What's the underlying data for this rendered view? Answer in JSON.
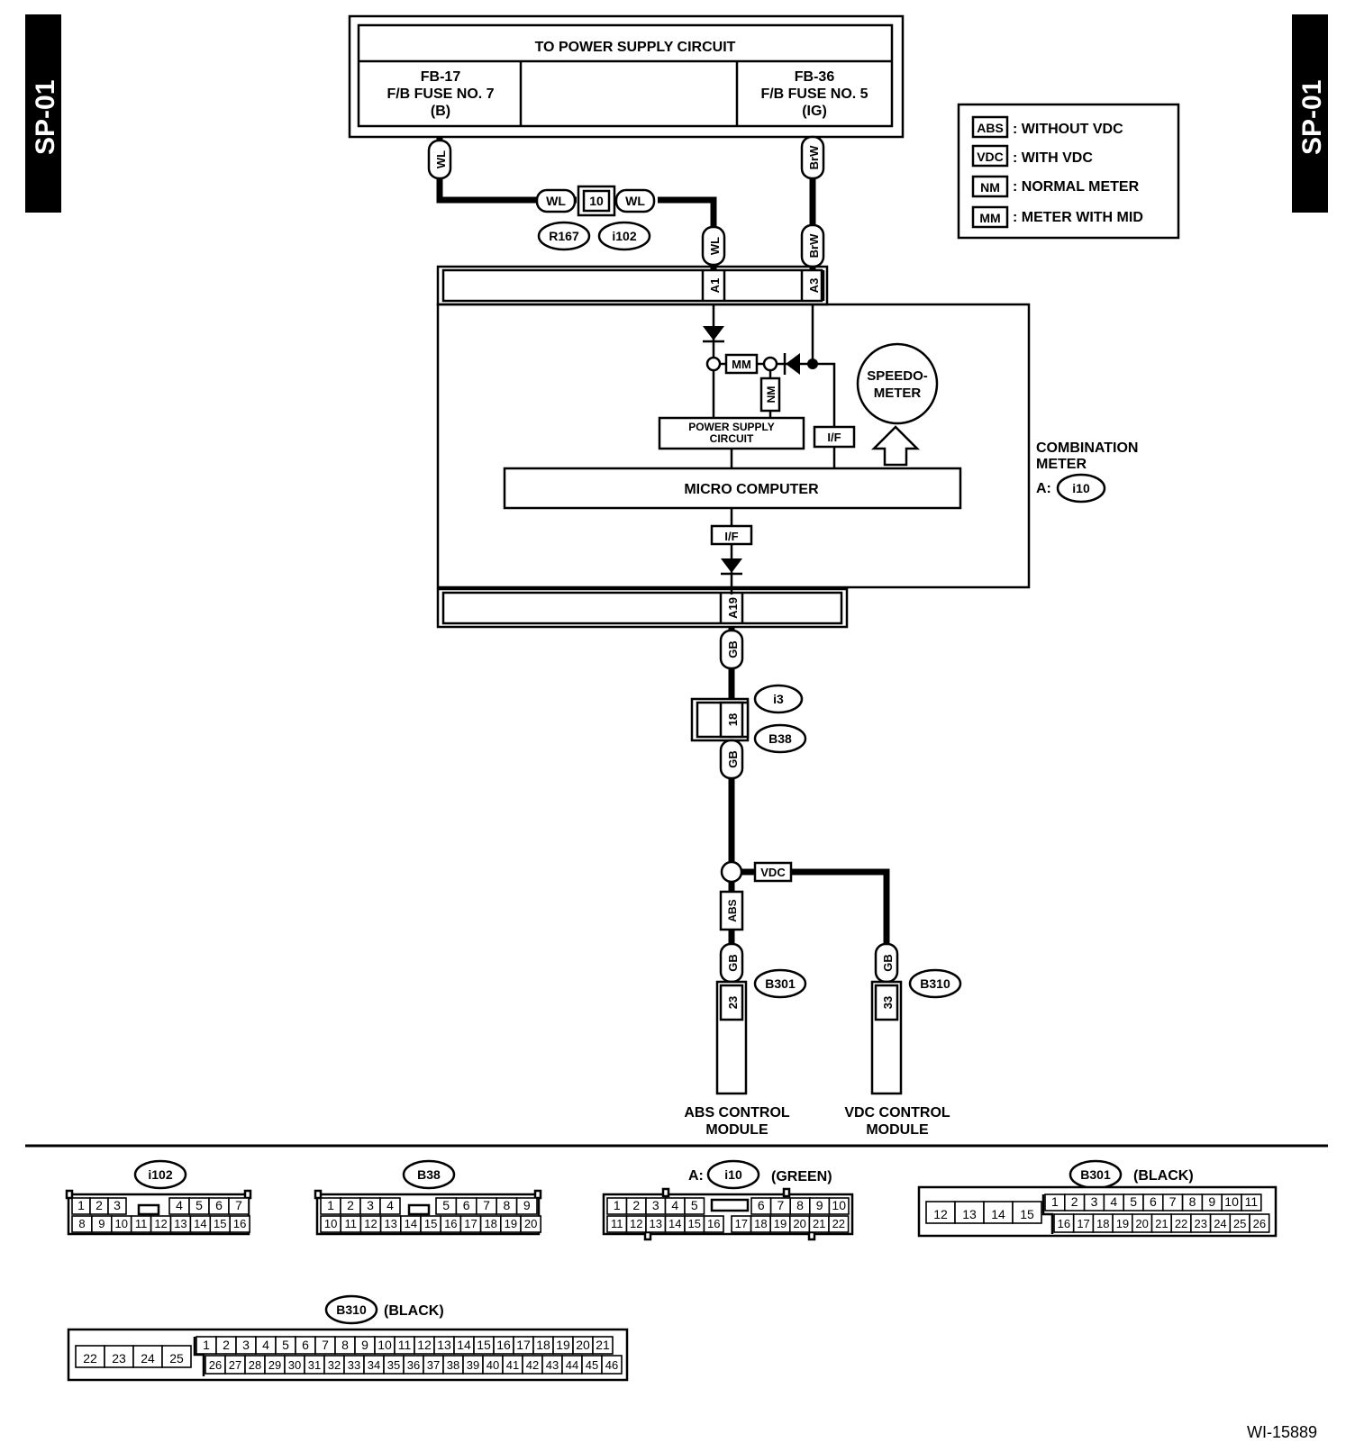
{
  "side_tabs": {
    "left": "SP-01",
    "right": "SP-01"
  },
  "power_supply": {
    "header": "TO POWER SUPPLY CIRCUIT",
    "left_fuse": [
      "FB-17",
      "F/B FUSE NO. 7",
      "(B)"
    ],
    "right_fuse": [
      "FB-36",
      "F/B FUSE NO. 5",
      "(IG)"
    ]
  },
  "legend": [
    {
      "code": "ABS",
      "text": ": WITHOUT VDC"
    },
    {
      "code": "VDC",
      "text": ": WITH VDC"
    },
    {
      "code": "NM",
      "text": ": NORMAL METER"
    },
    {
      "code": "MM",
      "text": ": METER WITH MID"
    }
  ],
  "wire_colors": {
    "wl": "WL",
    "brw": "BrW",
    "gb": "GB"
  },
  "connectors": {
    "r167": "R167",
    "i102": "i102",
    "pin10": "10",
    "a1": "A1",
    "a3": "A3",
    "a19": "A19",
    "i3": "i3",
    "b38": "B38",
    "pin18": "18",
    "b301": "B301",
    "b310": "B310",
    "pin23": "23",
    "pin33": "33"
  },
  "meter": {
    "mm": "MM",
    "nm": "NM",
    "if": "I/F",
    "psc": [
      "POWER SUPPLY",
      "CIRCUIT"
    ],
    "micro": "MICRO COMPUTER",
    "speedo": [
      "SPEEDO-",
      "METER"
    ],
    "label": [
      "COMBINATION",
      "METER"
    ],
    "conn_prefix": "A:",
    "conn": "i10"
  },
  "branch": {
    "vdc": "VDC",
    "abs": "ABS"
  },
  "modules": {
    "abs": [
      "ABS CONTROL",
      "MODULE"
    ],
    "vdc": [
      "VDC CONTROL",
      "MODULE"
    ]
  },
  "connector_views": {
    "i102": {
      "name": "i102",
      "color": ""
    },
    "b38": {
      "name": "B38",
      "color": ""
    },
    "i10": {
      "prefix": "A:",
      "name": "i10",
      "color": "(GREEN)"
    },
    "b301": {
      "name": "B301",
      "color": "(BLACK)"
    },
    "b310": {
      "name": "B310",
      "color": "(BLACK)"
    }
  },
  "figure_id": "WI-15889"
}
